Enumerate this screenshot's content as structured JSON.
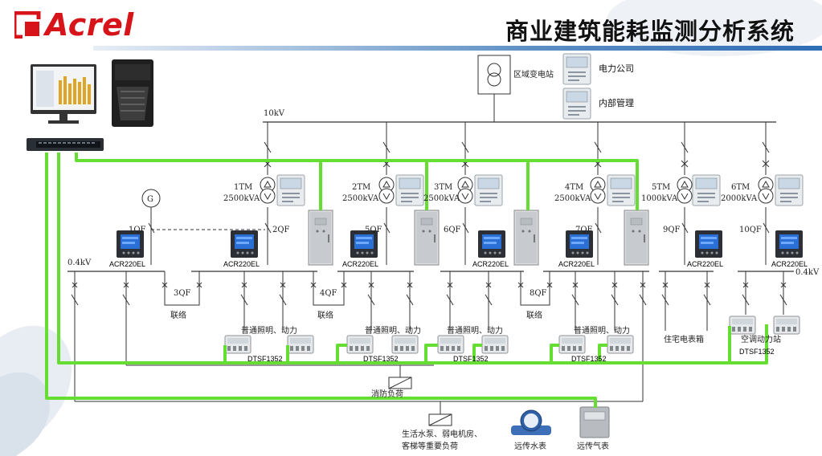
{
  "brand": {
    "name": "Acrel",
    "color": "#d7141a"
  },
  "title": "商业建筑能耗监测分析系统",
  "colors": {
    "comm_line": "#66dd33",
    "wire": "#333333",
    "accent": "#2f6db5"
  },
  "substation": {
    "label": "区域变电站"
  },
  "meters_top": [
    {
      "label": "电力公司"
    },
    {
      "label": "内部管理"
    }
  ],
  "bus_hv": {
    "label": "10kV"
  },
  "transformers": [
    {
      "id": "1TM",
      "rating": "2500kVA"
    },
    {
      "id": "2TM",
      "rating": "2500kVA"
    },
    {
      "id": "3TM",
      "rating": "2500kVA"
    },
    {
      "id": "4TM",
      "rating": "2500kVA"
    },
    {
      "id": "5TM",
      "rating": "1000kVA"
    },
    {
      "id": "6TM",
      "rating": "2000kVA"
    }
  ],
  "generator": {
    "symbol": "G"
  },
  "breakers": [
    "1QF",
    "2QF",
    "5QF",
    "6QF",
    "7QF",
    "9QF",
    "10QF"
  ],
  "tie_breakers": [
    "3QF",
    "4QF",
    "8QF"
  ],
  "tie_label": "联络",
  "bus_lv": {
    "left_label": "0.4kV",
    "right_label": "0.4kV"
  },
  "acr_meters": [
    "ACR220EL",
    "ACR220EL",
    "ACR220EL",
    "ACR220EL",
    "ACR220EL",
    "ACR220EL",
    "ACR220EL"
  ],
  "load_groups": [
    {
      "label": "普通照明、动力",
      "meter": "DTSF1352"
    },
    {
      "label": "普通照明、动力",
      "meter": "DTSF1352"
    },
    {
      "label": "普通照明、动力",
      "meter": "DTSF1352"
    },
    {
      "label": "普通照明、动力",
      "meter": "DTSF1352"
    }
  ],
  "residential": {
    "label": "住宅电表箱"
  },
  "hvac": {
    "label": "空调动力站",
    "meter": "DTSF1352"
  },
  "fire_load": {
    "label": "消防负荷"
  },
  "life_load": {
    "line1": "生活水泵、弱电机房、",
    "line2": "客梯等重要负荷"
  },
  "water_meter": {
    "label": "远传水表"
  },
  "gas_meter": {
    "label": "远传气表"
  }
}
